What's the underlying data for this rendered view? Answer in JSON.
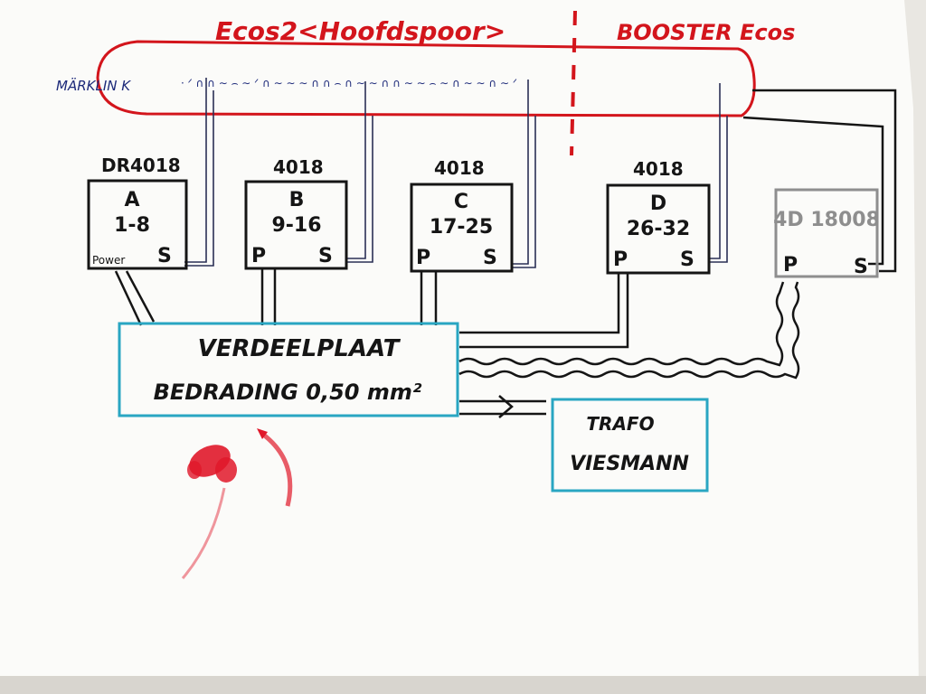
{
  "header": {
    "left_title": "Ecos2<Hoofdspoor>",
    "right_title": "BOOSTER Ecos"
  },
  "track": {
    "label": "MÄRKLIN K"
  },
  "decoders": [
    {
      "type": "DR4018",
      "letter": "A",
      "range": "1-8",
      "p": "Power",
      "s": "S"
    },
    {
      "type": "4018",
      "letter": "B",
      "range": "9-16",
      "p": "P",
      "s": "S"
    },
    {
      "type": "4018",
      "letter": "C",
      "range": "17-25",
      "p": "P",
      "s": "S"
    },
    {
      "type": "4018",
      "letter": "D",
      "range": "26-32",
      "p": "P",
      "s": "S"
    }
  ],
  "booster_module": {
    "text": "4D 18008",
    "p": "P",
    "s": "S"
  },
  "distribution": {
    "line1": "VERDEELPLAAT",
    "line2": "BEDRADING 0,50 mm²"
  },
  "transformer": {
    "line1": "TRAFO",
    "line2": "VIESMANN"
  },
  "colors": {
    "paper": "#fbfbf9",
    "red_ink": "#d3151c",
    "black_ink": "#151515",
    "teal_ink": "#29a6c2",
    "blue_ink": "#1d2a7a",
    "gray_pencil": "#8e8e8e"
  }
}
